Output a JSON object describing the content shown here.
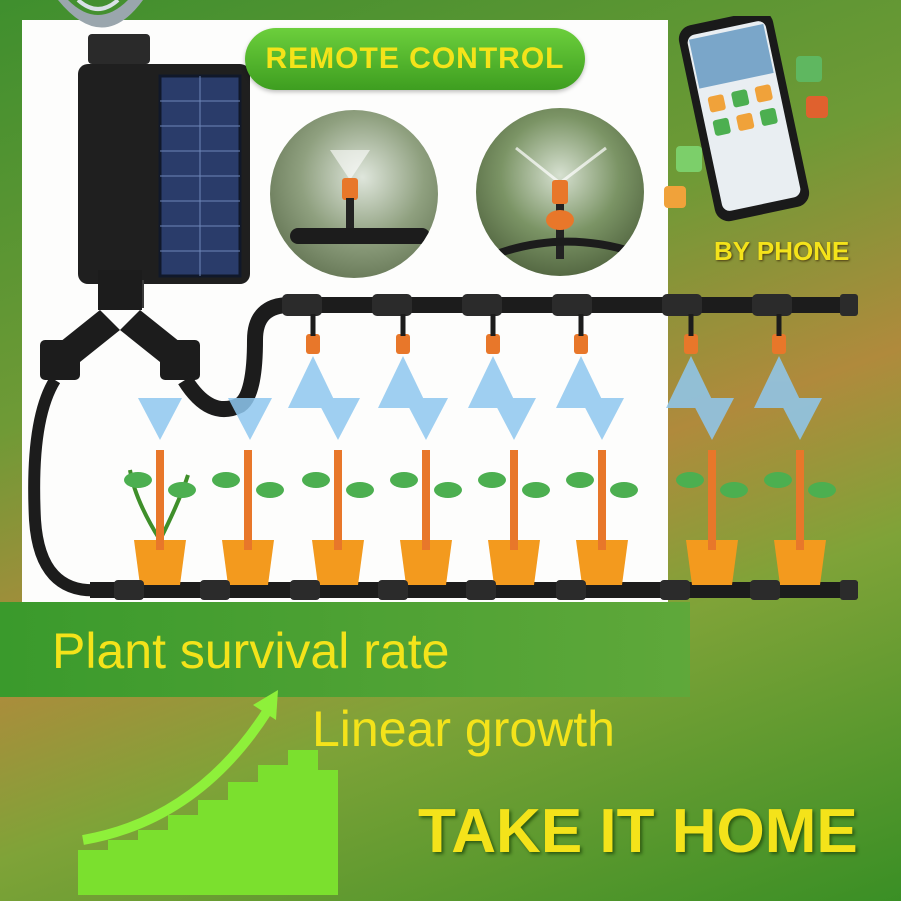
{
  "remote_control": "REMOTE CONTROL",
  "by_phone": "BY PHONE",
  "plant_survival_rate": "Plant survival rate",
  "linear_growth": "Linear growth",
  "take_it_home": "TAKE IT HOME",
  "colors": {
    "text_yellow": "#f4e31a",
    "badge_green": "#4fb628",
    "nozzle_orange": "#e8772a",
    "pot_orange": "#f39a1e",
    "pipe_black": "#1c1c1c",
    "spray_blue": "#8fc8f0"
  }
}
